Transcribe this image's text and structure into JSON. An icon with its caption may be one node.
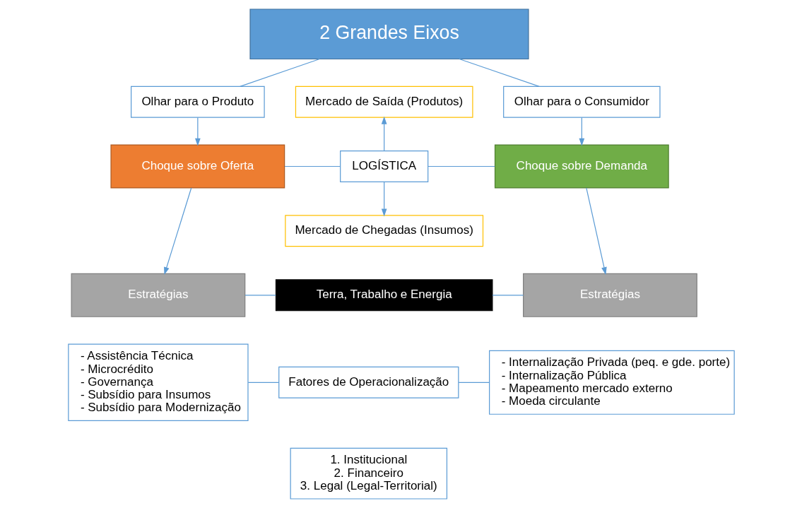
{
  "diagram": {
    "nodes": [
      {
        "text": [
          "2 Grandes Eixos"
        ]
      },
      {
        "text": [
          "Olhar para o Produto"
        ]
      },
      {
        "text": [
          "Mercado de Saída (Produtos)"
        ]
      },
      {
        "text": [
          "Olhar para o Consumidor"
        ]
      },
      {
        "text": [
          "Choque sobre Oferta"
        ]
      },
      {
        "text": [
          "LOGÍSTICA"
        ]
      },
      {
        "text": [
          "Choque sobre Demanda"
        ]
      },
      {
        "text": [
          "Mercado de Chegadas (Insumos)"
        ]
      },
      {
        "text": [
          "Estratégias"
        ]
      },
      {
        "text": [
          "Terra, Trabalho e Energia"
        ]
      },
      {
        "text": [
          "Estratégias"
        ]
      },
      {
        "text": [
          "- Assistência Técnica",
          "- Microcrédito",
          "- Governança",
          "- Subsídio para Insumos",
          "- Subsídio para Modernização"
        ]
      },
      {
        "text": [
          "Fatores de Operacionalização"
        ]
      },
      {
        "text": [
          "1. Institucional",
          "2. Financeiro",
          "3. Legal (Legal-Territorial)"
        ]
      },
      {
        "text": [
          "- Internalização Privada (peq. e gde. porte)",
          "- Internalização Pública",
          "- Mapeamento mercado externo",
          "- Moeda circulante"
        ]
      }
    ],
    "edges": [
      {
        "from": 0,
        "to": 1,
        "arrow": "none"
      },
      {
        "from": 0,
        "to": 3,
        "arrow": "none"
      },
      {
        "from": 1,
        "to": 4,
        "arrow": "to"
      },
      {
        "from": 3,
        "to": 6,
        "arrow": "to"
      },
      {
        "from": 4,
        "to": 5,
        "arrow": "none"
      },
      {
        "from": 5,
        "to": 6,
        "arrow": "none"
      },
      {
        "from": 5,
        "to": 2,
        "arrow": "to"
      },
      {
        "from": 5,
        "to": 7,
        "arrow": "to"
      },
      {
        "from": 4,
        "to": 8,
        "arrow": "to"
      },
      {
        "from": 6,
        "to": 10,
        "arrow": "to"
      },
      {
        "from": 8,
        "to": 9,
        "arrow": "none"
      },
      {
        "from": 9,
        "to": 10,
        "arrow": "none"
      },
      {
        "from": 11,
        "to": 12,
        "arrow": "none"
      },
      {
        "from": 12,
        "to": 14,
        "arrow": "none"
      }
    ]
  }
}
